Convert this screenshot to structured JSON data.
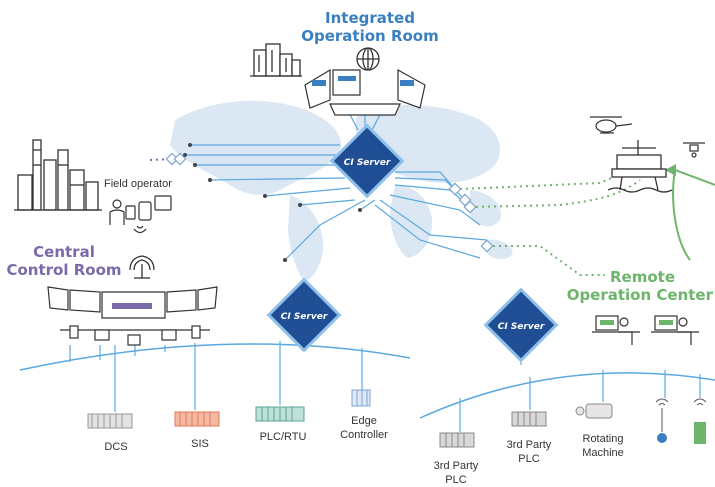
{
  "titles": {
    "integrated_line1": "Integrated",
    "integrated_line2": "Operation Room",
    "central_line1": "Central",
    "central_line2": "Control Room",
    "remote_line1": "Remote",
    "remote_line2": "Operation Center"
  },
  "servers": {
    "main": "CI Server",
    "left": "CI Server",
    "right": "CI Server"
  },
  "labels": {
    "field_operator": "Field operator",
    "dcs": "DCS",
    "sis": "SIS",
    "plc_rtu": "PLC/RTU",
    "edge_line1": "Edge",
    "edge_line2": "Controller",
    "third_party_1_line1": "3rd Party",
    "third_party_1_line2": "PLC",
    "third_party_2_line1": "3rd Party",
    "third_party_2_line2": "PLC",
    "rotating_line1": "Rotating",
    "rotating_line2": "Machine"
  },
  "colors": {
    "integrated": "#3a7fc1",
    "central": "#7b6aa8",
    "remote": "#6cb56a",
    "network": "#5aa9e0",
    "server_fill": "#1f4e94"
  }
}
